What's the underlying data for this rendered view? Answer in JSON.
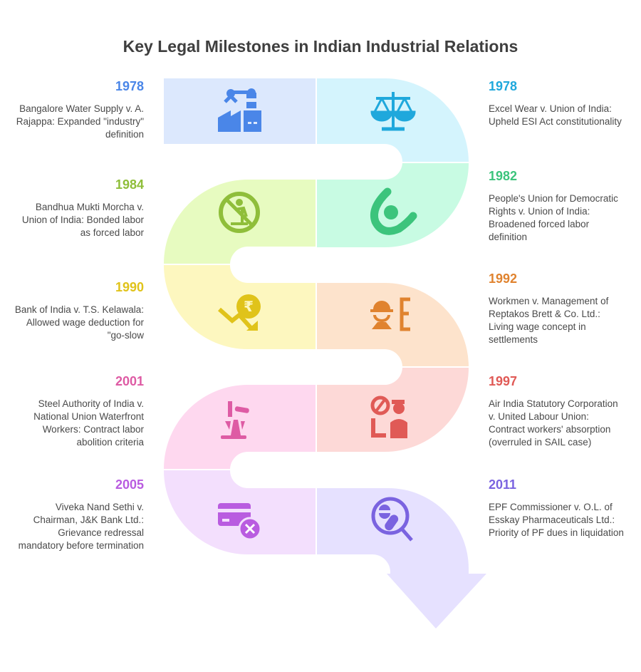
{
  "title": "Key Legal Milestones in Indian Industrial Relations",
  "milestones": [
    {
      "year": "1978",
      "text": "Bangalore Water Supply v. A. Rajappa: Expanded \"industry\" definition",
      "icon": "factory-robot-arm-icon",
      "color": "#4a86e8",
      "fill": "#dce8fd"
    },
    {
      "year": "1978",
      "text": "Excel Wear v. Union of India: Upheld ESI Act constitutionality",
      "icon": "scales-of-justice-icon",
      "color": "#1fa8dc",
      "fill": "#d4f4fd"
    },
    {
      "year": "1982",
      "text": "People's Union for Democratic Rights v. Union of India: Broadened forced labor definition",
      "icon": "person-embrace-icon",
      "color": "#3cc47c",
      "fill": "#c8fbe3"
    },
    {
      "year": "1984",
      "text": "Bandhua Mukti Morcha v. Union of India: Bonded labor as forced labor",
      "icon": "no-forced-labor-icon",
      "color": "#8fbe3a",
      "fill": "#e7fbc0"
    },
    {
      "year": "1990",
      "text": "Bank of India v. T.S. Kelawala: Allowed wage deduction for \"go-slow",
      "icon": "rupee-decline-icon",
      "color": "#e0c31a",
      "fill": "#fdf7bf"
    },
    {
      "year": "1992",
      "text": "Workmen v. Management of Reptakos Brett & Co. Ltd.: Living wage concept in settlements",
      "icon": "worker-wage-icon",
      "color": "#e0832f",
      "fill": "#fde3cc"
    },
    {
      "year": "1997",
      "text": "Air India Statutory Corporation v. United Labour Union: Contract workers' absorption (overruled in SAIL case)",
      "icon": "worker-prohibited-icon",
      "color": "#e05a56",
      "fill": "#fdd9d7"
    },
    {
      "year": "2001",
      "text": "Steel Authority of India v. National Union Waterfront Workers: Contract labor abolition criteria",
      "icon": "oil-pump-icon",
      "color": "#de5ba4",
      "fill": "#fed8ef"
    },
    {
      "year": "2005",
      "text": "Viveka Nand Sethi v. Chairman, J&K Bank Ltd.: Grievance redressal mandatory before termination",
      "icon": "card-cancel-icon",
      "color": "#b95ce0",
      "fill": "#f3dffd"
    },
    {
      "year": "2011",
      "text": "EPF Commissioner v. O.L. of Esskay Pharmaceuticals Ltd.: Priority of PF dues in liquidation",
      "icon": "pill-search-icon",
      "color": "#7a63e0",
      "fill": "#e6e1ff"
    }
  ]
}
